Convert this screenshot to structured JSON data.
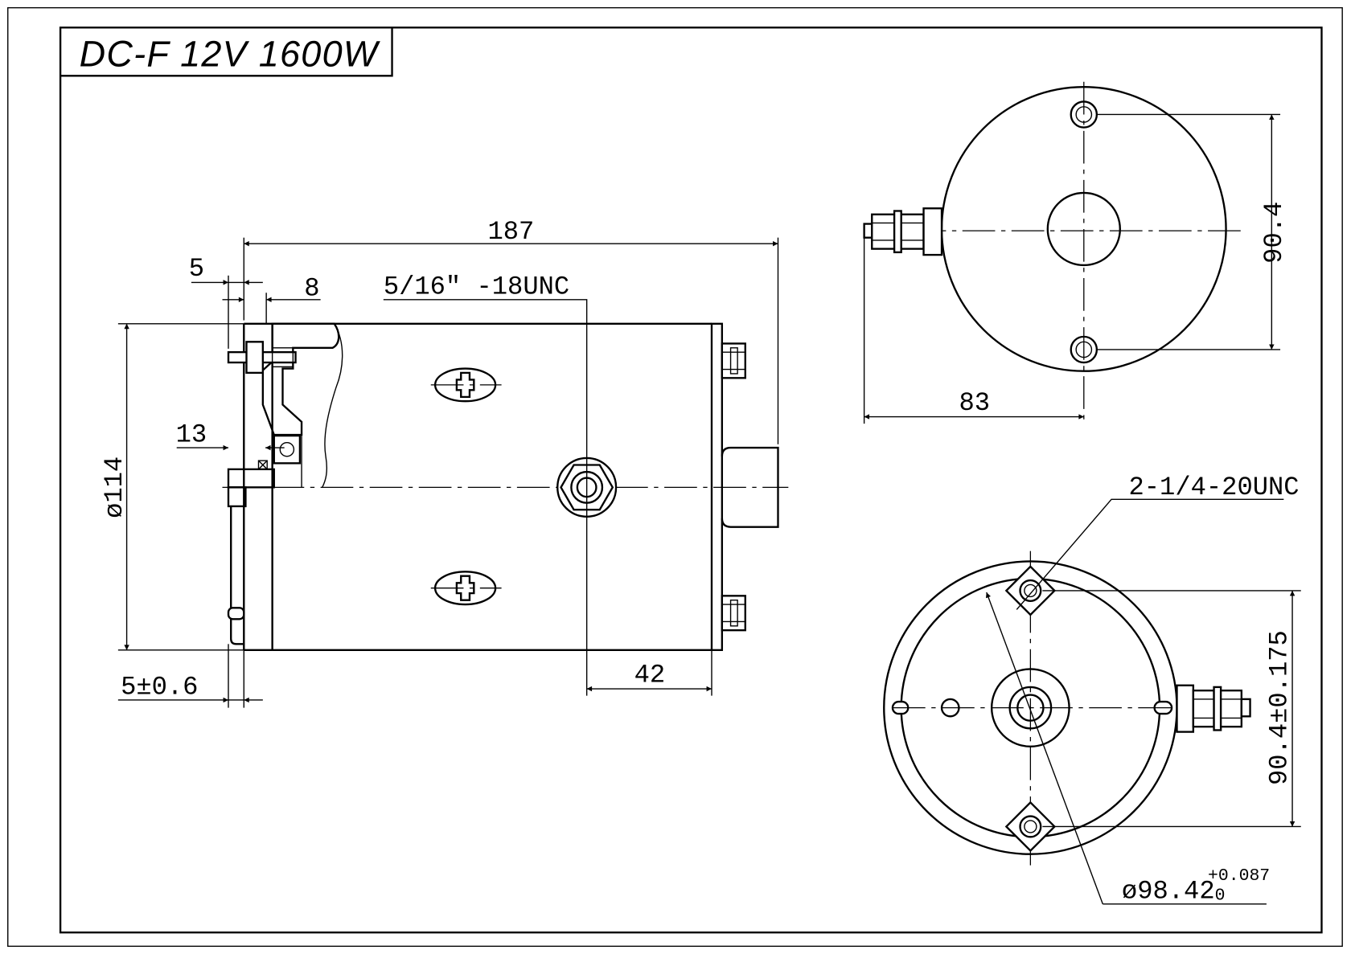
{
  "title": "DC-F 12V 1600W",
  "side_view": {
    "length_label": "187",
    "spigot_label": "5",
    "flange_label": "8",
    "thread_label": "5/16″ -18UNC",
    "bearing_offset_label": "13",
    "diameter_label": "ø114",
    "spigot_tolerance_label": "5±0.6",
    "terminal_offset_label": "42"
  },
  "end_view": {
    "hole_spacing_label": "90.4",
    "terminal_length_label": "83"
  },
  "flange_view": {
    "thread_label": "2-1/4-20UNC",
    "hole_spacing_label": "90.4±0.175",
    "pilot_diameter_label": "ø98.42",
    "pilot_upper_tolerance": "+0.087",
    "pilot_lower_tolerance": "0"
  }
}
